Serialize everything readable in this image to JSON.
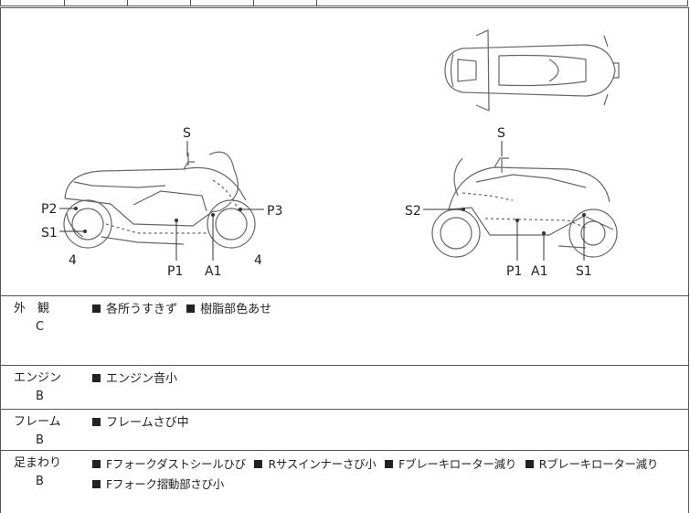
{
  "diagram": {
    "left_labels": {
      "top": "S",
      "p2": "P2",
      "s1": "S1",
      "p3": "P3",
      "front_num": "4",
      "rear_num": "4",
      "p1": "P1",
      "a1": "A1"
    },
    "right_labels": {
      "top": "S",
      "s2": "S2",
      "p1": "P1",
      "a1": "A1",
      "s1": "S1"
    }
  },
  "sections": [
    {
      "category": "外　観",
      "grade": "C",
      "lines": [
        [
          "各所うすきず",
          "樹脂部色あせ"
        ]
      ]
    },
    {
      "category": "エンジン",
      "grade": "B",
      "lines": [
        [
          "エンジン音小"
        ]
      ]
    },
    {
      "category": "フレーム",
      "grade": "B",
      "lines": [
        [
          "フレームさび中"
        ]
      ]
    },
    {
      "category": "足まわり",
      "grade": "B",
      "lines": [
        [
          "Fフォークダストシールひび",
          "Rサスインナーさび小",
          "Fブレーキローター減り",
          "Rブレーキローター減り"
        ],
        [
          "Fフォーク摺動部さび小"
        ]
      ]
    }
  ]
}
